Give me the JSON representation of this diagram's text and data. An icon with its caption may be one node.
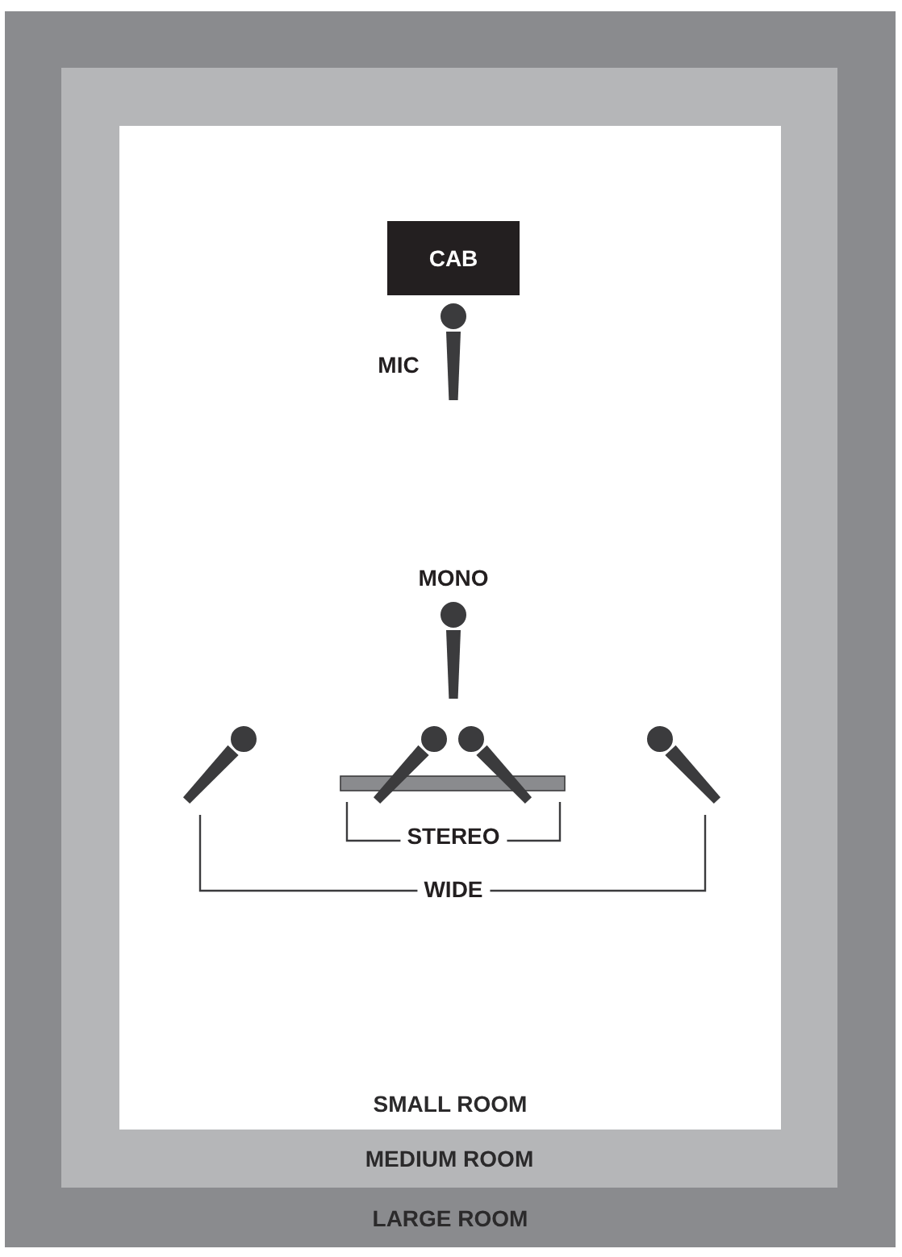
{
  "diagram": {
    "nodes": [
      {
        "text": [
          "LARGE ROOM"
        ]
      },
      {
        "text": [
          "MEDIUM ROOM"
        ],
        "in": 0
      },
      {
        "text": [
          "SMALL ROOM"
        ],
        "in": 1
      },
      {
        "text": [
          "CAB"
        ],
        "in": 2
      }
    ],
    "labels": [
      "MIC",
      "MONO",
      "STEREO",
      "WIDE"
    ]
  }
}
